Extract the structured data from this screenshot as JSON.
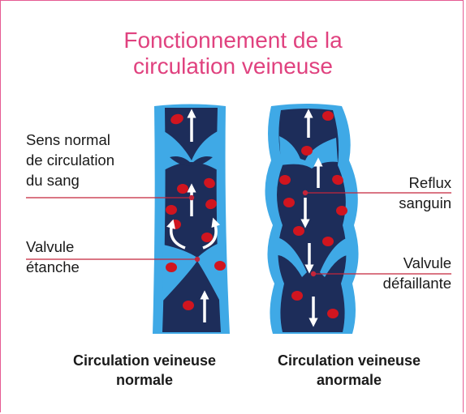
{
  "title": {
    "line1": "Fonctionnement de la",
    "line2": "circulation veineuse"
  },
  "labels": {
    "sens_normal": [
      "Sens normal",
      "de circulation",
      "du sang"
    ],
    "valvule_etanche": [
      "Valvule",
      "étanche"
    ],
    "reflux": [
      "Reflux",
      "sanguin"
    ],
    "valvule_defaillante": [
      "Valvule",
      "défaillante"
    ]
  },
  "captions": {
    "normal": [
      "Circulation veineuse",
      "normale"
    ],
    "anormal": [
      "Circulation veineuse",
      "anormale"
    ]
  },
  "colors": {
    "title": "#e0427f",
    "frame": "#e55b93",
    "vein_outer": "#3fa9e6",
    "vein_inner": "#1d2d5a",
    "blood_cell": "#d0151f",
    "leader_line": "#c4253a"
  }
}
